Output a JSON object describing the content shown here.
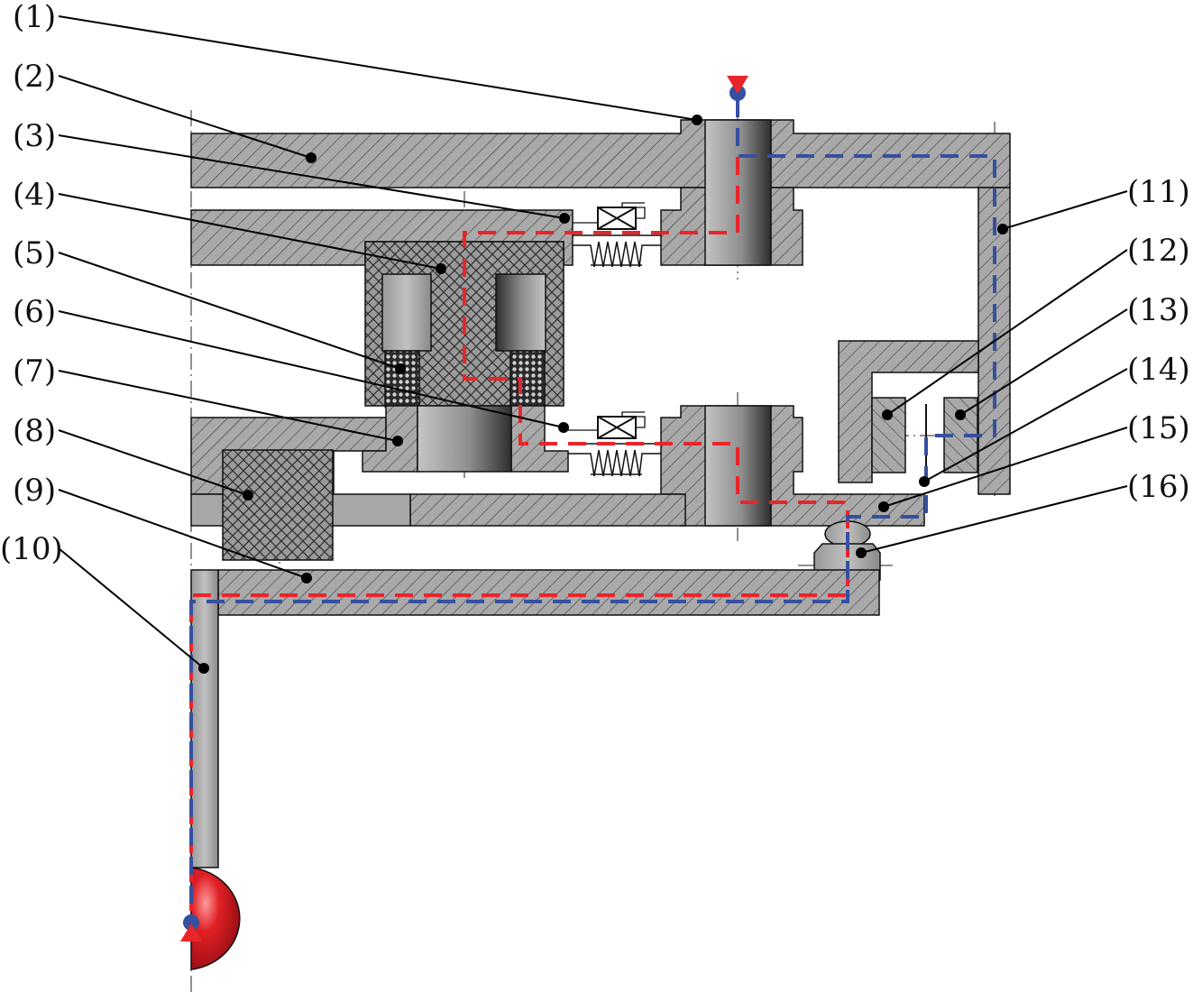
{
  "labels": [
    "(1)",
    "(2)",
    "(3)",
    "(4)",
    "(5)",
    "(6)",
    "(7)",
    "(8)",
    "(9)",
    "(10)",
    "(11)",
    "(12)",
    "(13)",
    "(14)",
    "(15)",
    "(16)"
  ],
  "colors": {
    "part_fill": "#a9a9a9",
    "hatch_line": "#333333",
    "bore_dark": "#3d3d3d",
    "bore_light": "#bdbdbd",
    "red_path": "#e8262a",
    "blue_path": "#3650a0",
    "tip_red": "#d81f26"
  },
  "icons": [
    "valve-symbol-icon",
    "spring-icon",
    "ball-tip-icon",
    "entry-arrow-icon"
  ]
}
